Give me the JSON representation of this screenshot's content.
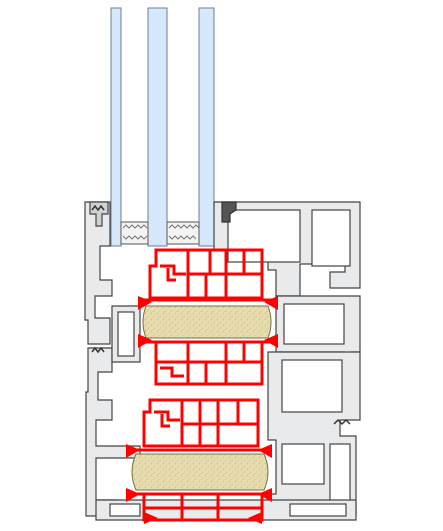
{
  "diagram": {
    "kind": "window profile cross-section",
    "colors": {
      "background": "#ffffff",
      "glass_fill": "#d6e8fb",
      "glass_stroke": "#6b7f95",
      "aluminium_fill": "#e9eaeb",
      "aluminium_stroke": "#444444",
      "thermal_break": "#ff0000",
      "insulation_fill": "#e6dcae",
      "insulation_speckle": "#c9bd86",
      "gasket": "#333333",
      "spacer_fill": "#f3f3f3"
    },
    "glazing_panes": 3,
    "thermal_break_zones": 3
  }
}
